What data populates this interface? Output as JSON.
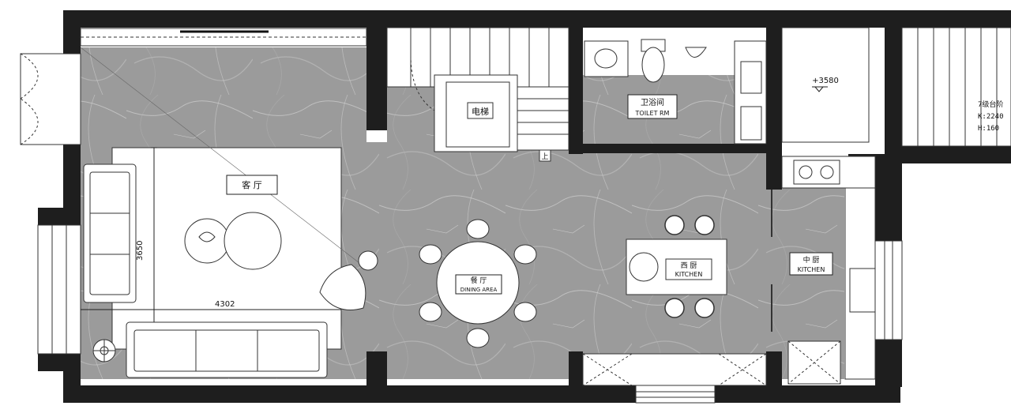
{
  "colors": {
    "wall": "#1e1e1e",
    "floor": "#9a9a9a",
    "floor_vein": "#c8c8c8",
    "furniture": "#ffffff",
    "line": "#222222"
  },
  "rooms": {
    "living": {
      "zh": "客 厅"
    },
    "dining": {
      "zh": "餐 厅",
      "en": "DINING AREA"
    },
    "western_kitchen": {
      "zh": "西 厨",
      "en": "KITCHEN"
    },
    "chinese_kitchen": {
      "zh": "中 厨",
      "en": "KITCHEN"
    },
    "bathroom": {
      "zh": "卫浴间",
      "en": "TOILET RM"
    },
    "elevator": {
      "zh": "电梯"
    }
  },
  "dimensions": {
    "living_width": "4302",
    "living_depth": "3650"
  },
  "stair_mark": "上",
  "level_mark": "+3580",
  "stair_note": {
    "line1": "7级台阶",
    "line2": "K:2240",
    "line3": "H:160"
  }
}
